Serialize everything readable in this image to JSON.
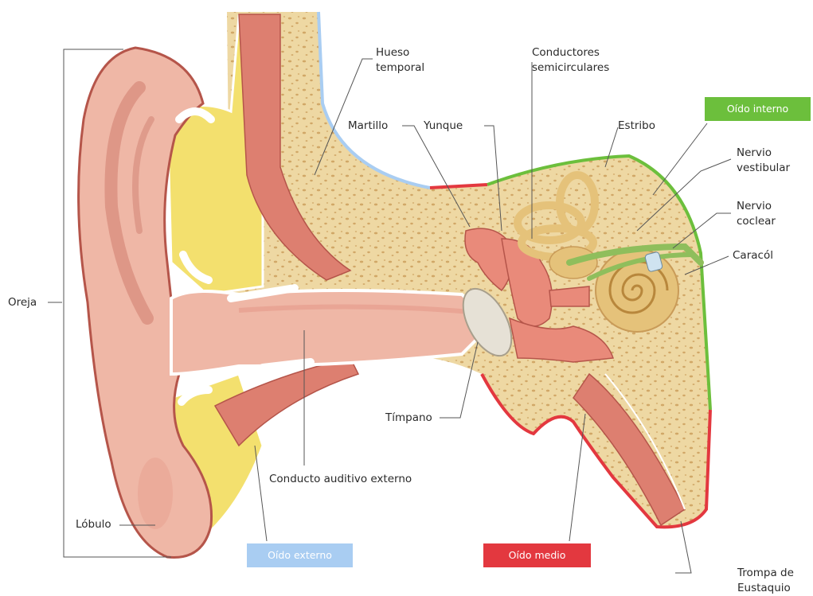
{
  "labels": {
    "hueso_temporal": "Hueso\ntemporal",
    "conductores": "Conductores\nsemicirculares",
    "martillo": "Martillo",
    "yunque": "Yunque",
    "estribo": "Estribo",
    "nervio_vestibular": "Nervio\nvestibular",
    "nervio_coclear": "Nervio\ncoclear",
    "caracol": "Caracól",
    "oreja": "Oreja",
    "timpano": "Tímpano",
    "conducto": "Conducto auditivo externo",
    "lobulo": "Lóbulo",
    "trompa": "Trompa de\nEustaquio"
  },
  "badges": {
    "oido_interno": "Oído interno",
    "oido_externo": "Oído externo",
    "oido_medio": "Oído medio"
  },
  "colors": {
    "inner": "#6cbf3c",
    "outer": "#a9cdf2",
    "middle": "#e3383f",
    "skin": "#efb7a6",
    "bone": "#eed8a3",
    "cartilage": "#f3e06e",
    "muscle": "#dd7f70"
  }
}
